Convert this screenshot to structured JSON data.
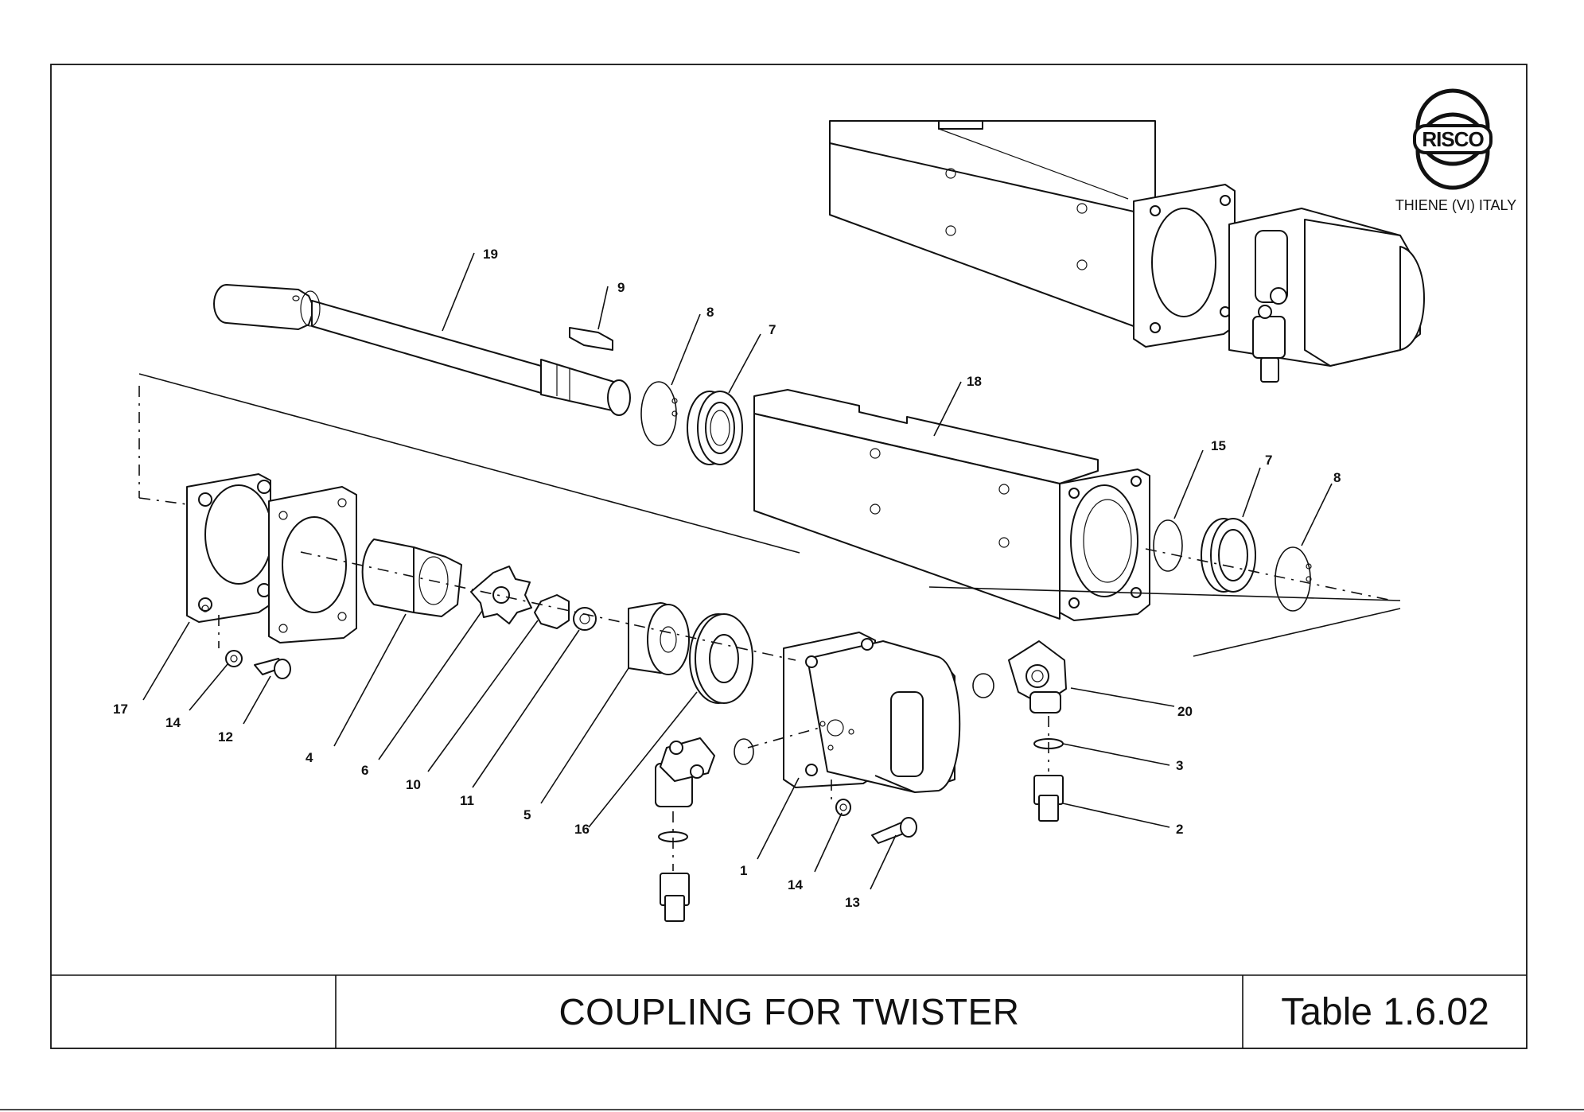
{
  "title_block": {
    "title": "COUPLING FOR TWISTER",
    "table_label": "Table 1.6.02"
  },
  "logo": {
    "brand": "RISCO",
    "location": "THIENE (VI) ITALY"
  },
  "callouts": [
    {
      "id": "c19",
      "label": "19"
    },
    {
      "id": "c9",
      "label": "9"
    },
    {
      "id": "c8a",
      "label": "8"
    },
    {
      "id": "c7a",
      "label": "7"
    },
    {
      "id": "c18",
      "label": "18"
    },
    {
      "id": "c15",
      "label": "15"
    },
    {
      "id": "c7b",
      "label": "7"
    },
    {
      "id": "c8b",
      "label": "8"
    },
    {
      "id": "c20",
      "label": "20"
    },
    {
      "id": "c3",
      "label": "3"
    },
    {
      "id": "c2",
      "label": "2"
    },
    {
      "id": "c17",
      "label": "17"
    },
    {
      "id": "c14a",
      "label": "14"
    },
    {
      "id": "c12",
      "label": "12"
    },
    {
      "id": "c4",
      "label": "4"
    },
    {
      "id": "c6",
      "label": "6"
    },
    {
      "id": "c10",
      "label": "10"
    },
    {
      "id": "c11",
      "label": "11"
    },
    {
      "id": "c5",
      "label": "5"
    },
    {
      "id": "c16",
      "label": "16"
    },
    {
      "id": "c1",
      "label": "1"
    },
    {
      "id": "c14b",
      "label": "14"
    },
    {
      "id": "c13",
      "label": "13"
    }
  ]
}
